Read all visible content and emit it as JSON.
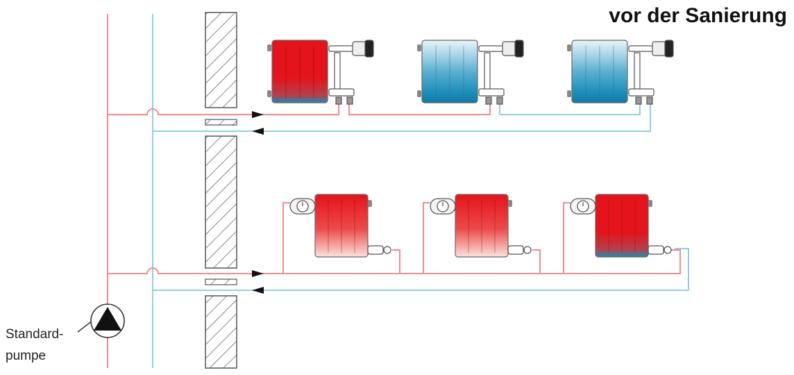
{
  "title": "vor der Sanierung",
  "pump": {
    "label_line1": "Standard-",
    "label_line2": "pumpe",
    "icon": "pump-icon"
  },
  "colors": {
    "supply": "#f28b8b",
    "return": "#8fcfe6",
    "hot": "#e4141a",
    "cold": "#1a8cb8",
    "hatch": "#555555"
  },
  "upper_floor": {
    "heat_state": [
      "hot",
      "cold",
      "cold"
    ],
    "valve": "thermostatic-valve-icon"
  },
  "lower_floor": {
    "heat_state": [
      "hot",
      "hot",
      "hot"
    ],
    "valve": "manual-valve-icon"
  }
}
